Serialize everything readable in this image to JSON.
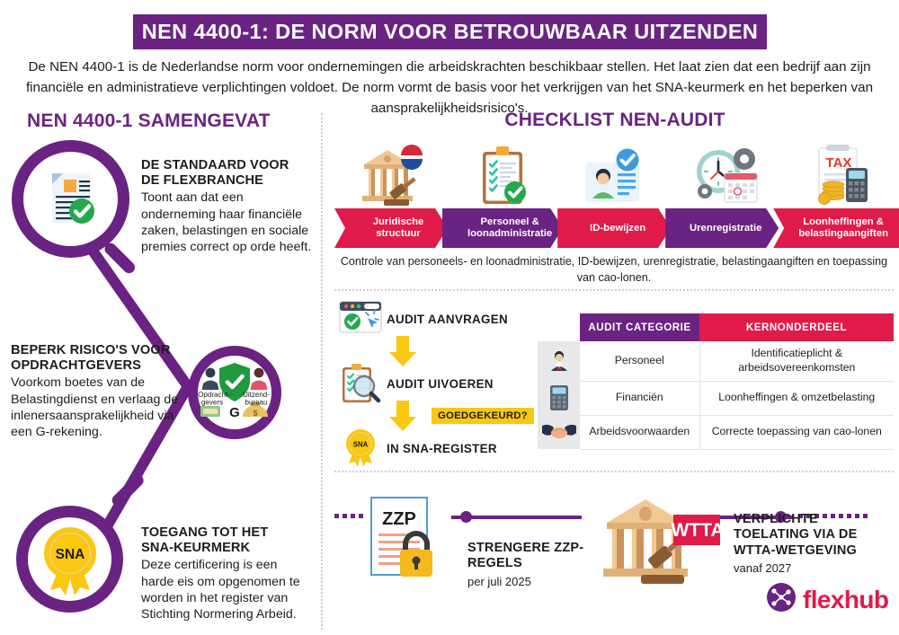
{
  "header": {
    "title": "NEN 4400-1: DE NORM VOOR BETROUWBAAR UITZENDEN",
    "bar_color": "#6A2382"
  },
  "intro": {
    "text": "De NEN 4400-1 is de Nederlandse norm voor ondernemingen die arbeidskrachten beschikbaar stellen. Het laat zien dat een bedrijf aan zijn financiële en administratieve verplichtingen voldoet. De norm vormt de basis voor het verkrijgen van het SNA-keurmerk en het beperken van aansprakelijkheidsrisico's."
  },
  "left": {
    "heading": "NEN 4400-1 SAMENGEVAT",
    "items": [
      {
        "title_line1": "DE STANDAARD VOOR",
        "title_line2": "DE FLEXBRANCHE",
        "body": "Toont aan dat een onderneming haar financiële zaken, belastingen en sociale premies correct op orde heeft.",
        "icon": "document-check-icon"
      },
      {
        "title_line1": "BEPERK RISICO'S VOOR",
        "title_line2": "OPDRACHTGEVERS",
        "body": "Voorkom boetes van de Belastingdienst en verlaag de inlenersaansprakelijkheid via een G-rekening.",
        "icon": "shield-check-icon",
        "labels": {
          "left": "Opdracht-",
          "left2": "gevers",
          "right": "Uitzend-",
          "right2": "bureau",
          "center": "G"
        }
      },
      {
        "title_line1": "TOEGANG TOT HET",
        "title_line2": "SNA-KEURMERK",
        "body": "Deze certificering is een harde eis om opgenomen te worden in het register van Stichting Normering Arbeid.",
        "icon": "sna-award-icon",
        "badge_text": "SNA"
      }
    ]
  },
  "checklist": {
    "heading": "CHECKLIST NEN-AUDIT",
    "steps": [
      {
        "label_line1": "Juridische",
        "label_line2": "structuur",
        "color": "#E01A49",
        "icon": "bank-gavel-flag-icon"
      },
      {
        "label_line1": "Personeel &",
        "label_line2": "loonadministratie",
        "color": "#6A2382",
        "icon": "clipboard-check-icon"
      },
      {
        "label_line1": "ID-bewijzen",
        "label_line2": "",
        "color": "#E01A49",
        "icon": "id-card-icon"
      },
      {
        "label_line1": "Urenregistratie",
        "label_line2": "",
        "color": "#6A2382",
        "icon": "clock-calendar-icon"
      },
      {
        "label_line1": "Loonheffingen &",
        "label_line2": "belastingaangiften",
        "color": "#E01A49",
        "icon": "tax-calculator-icon"
      }
    ],
    "caption": "Controle van personeels- en loonadministratie, ID-bewijzen, urenregistratie, belastingaangiften en toepassing van cao-lonen."
  },
  "flow": {
    "steps": [
      {
        "label": "AUDIT AANVRAGEN",
        "icon": "browser-check-icon"
      },
      {
        "label": "AUDIT UIVOEREN",
        "icon": "clipboard-magnifier-icon"
      },
      {
        "label": "IN SNA-REGISTER",
        "icon": "sna-award-small-icon"
      }
    ],
    "approved_label": "GOEDGEKEURD?",
    "arrow_color": "#FAC712"
  },
  "table": {
    "headers": [
      "AUDIT CATEGORIE",
      "KERNONDERDEEL"
    ],
    "header_colors": [
      "#6A2382",
      "#E01A49"
    ],
    "rows": [
      {
        "icon": "businessman-icon",
        "category": "Personeel",
        "detail": "Identificatieplicht & arbeidsovereenkomsten"
      },
      {
        "icon": "calculator-icon",
        "category": "Financiën",
        "detail": "Loonheffingen & omzetbelasting"
      },
      {
        "icon": "handshake-icon",
        "category": "Arbeidsvoorwaarden",
        "detail": "Correcte toepassing van cao-lonen"
      }
    ]
  },
  "timeline": {
    "events": [
      {
        "icon": "zzp-lock-icon",
        "icon_label": "ZZP",
        "title_line1": "STRENGERE ZZP-",
        "title_line2": "REGELS",
        "date": "per juli 2025"
      },
      {
        "icon": "wtta-bank-icon",
        "icon_label": "WTTA",
        "title_line1": "VERPLICHTE",
        "title_line2": "TOELATING VIA DE",
        "title_line3": "WTTA-WETGEVING",
        "date": "vanaf 2027"
      }
    ]
  },
  "logo": {
    "text": "flexhub",
    "mark": "flexhub-node-icon",
    "color": "#E01A49",
    "mark_color": "#6A2382"
  }
}
